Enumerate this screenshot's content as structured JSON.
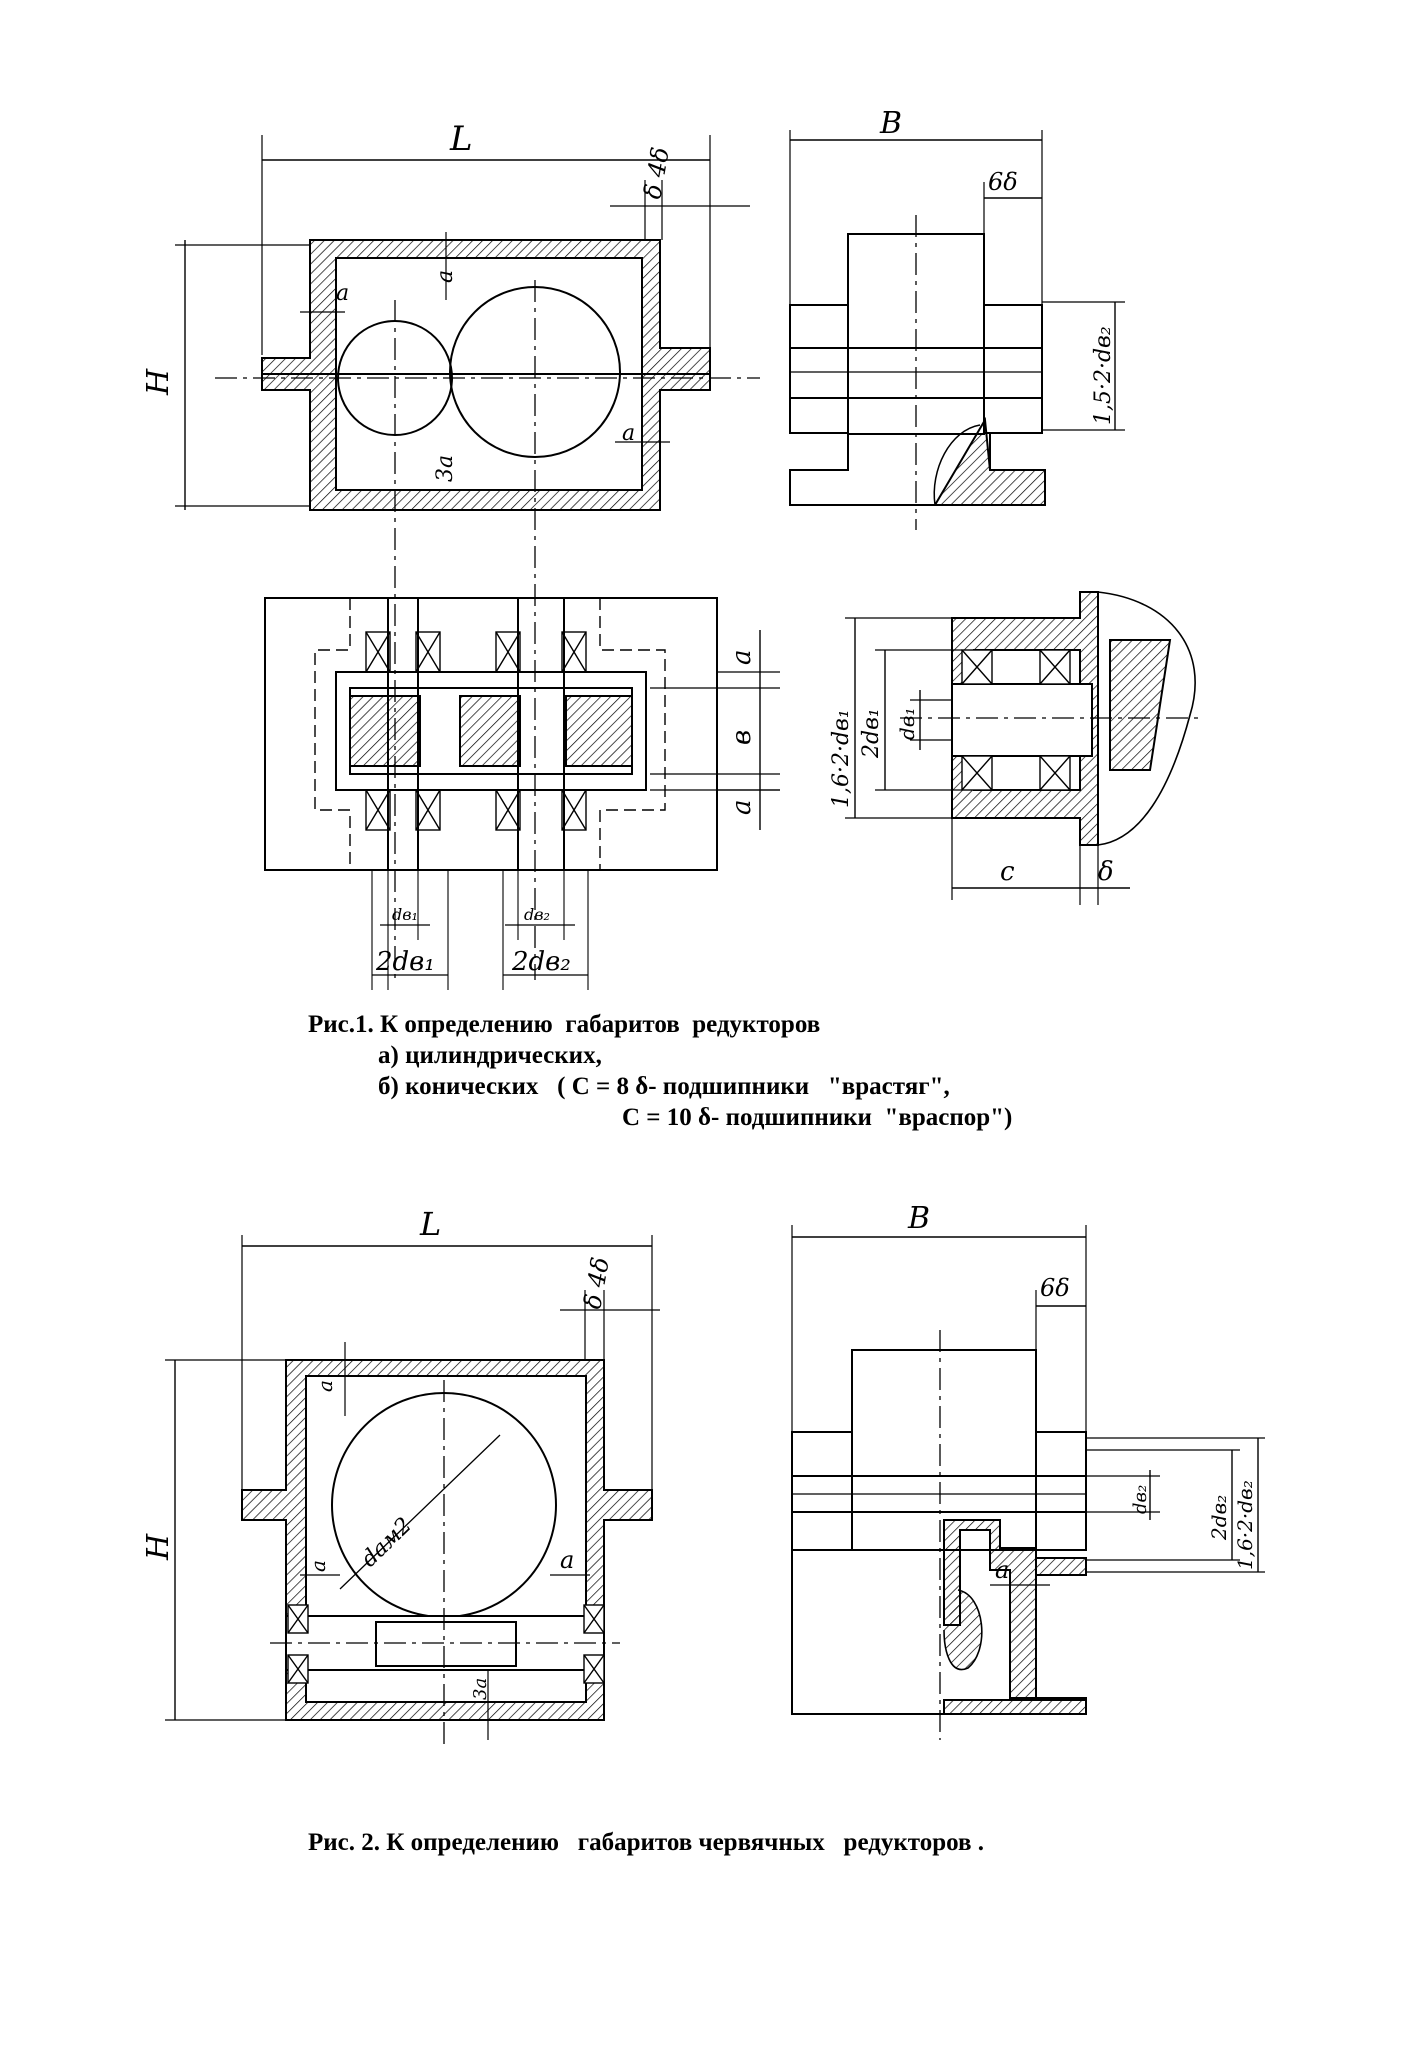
{
  "figure1": {
    "dims": {
      "L": "L",
      "B": "B",
      "H": "H",
      "delta_4delta": "δ 4δ",
      "six_delta": "6δ",
      "a": "a",
      "three_a": "3a",
      "b": "в",
      "d_b1": "dв₁",
      "d_b2": "dв₂",
      "two_d_b1": "2dв₁",
      "two_d_b2": "2dв₂",
      "k_1_5_2_db2": "1,5·2·dв₂",
      "k_1_6_2_db1": "1,6·2·dв₁",
      "two_db1_v": "2dв₁",
      "db1_v": "dв₁",
      "c": "c",
      "delta": "δ"
    },
    "caption": {
      "line1": "Рис.1. К определению  габаритов  редукторов",
      "line2": "а) цилиндрических,",
      "line3": "б) конических   ( С = 8 δ- подшипники   \"врастяг\",",
      "line4": "С = 10 δ- подшипники  \"враспор\")"
    }
  },
  "figure2": {
    "dims": {
      "L": "L",
      "B": "B",
      "H": "H",
      "delta_4delta": "δ 4δ",
      "six_delta": "6δ",
      "a": "a",
      "three_a": "3a",
      "d_am2": "dам2",
      "d_b2": "dв₂",
      "two_d_b2": "2dв₂",
      "k_1_6_2_db2": "1,6·2·dв₂"
    },
    "caption": "Рис. 2. К определению   габаритов червячных   редукторов ."
  }
}
